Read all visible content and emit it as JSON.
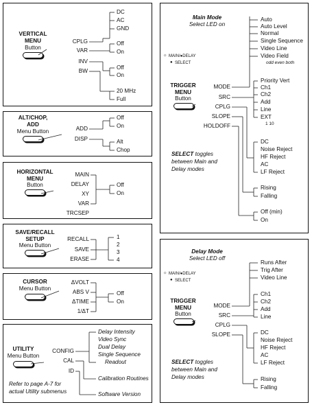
{
  "vertical": {
    "title": "VERTICAL MENU",
    "subtitle": "Button",
    "items": [
      "CPLG",
      "VAR",
      "INV",
      "BW"
    ],
    "cplg_options": [
      "DC",
      "AC",
      "GND"
    ],
    "var_options": [
      "Off",
      "On"
    ],
    "inv_options": [
      "Off",
      "On"
    ],
    "bw_options": [
      "20 MHz",
      "Full"
    ]
  },
  "altchop": {
    "title1": "ALT/CHOP,",
    "title2": "ADD",
    "subtitle": "Menu Button",
    "items": [
      "ADD",
      "DISP"
    ],
    "add_options": [
      "Off",
      "On"
    ],
    "disp_options": [
      "Alt",
      "Chop"
    ]
  },
  "horizontal": {
    "title": "HORIZONTAL MENU",
    "subtitle": "Button",
    "items": [
      "MAIN",
      "DELAY",
      "XY",
      "VAR",
      "TRCSEP"
    ],
    "options": [
      "Off",
      "On"
    ]
  },
  "saverecall": {
    "title": "SAVE/RECALL SETUP",
    "subtitle": "Menu Button",
    "items": [
      "RECALL",
      "SAVE",
      "ERASE"
    ],
    "options": [
      "1",
      "2",
      "3",
      "4"
    ]
  },
  "cursor": {
    "title": "CURSOR",
    "subtitle": "Menu Button",
    "items": [
      "ΔVOLT",
      "ABS V",
      "ΔTIME",
      "1/ΔT"
    ],
    "options": [
      "Off",
      "On"
    ]
  },
  "utility": {
    "title": "UTILITY",
    "subtitle": "Menu Button",
    "items": [
      "CONFIG",
      "CAL",
      "ID"
    ],
    "config_options": [
      "Delay Intensity",
      "Video Sync",
      "Dual Delay",
      "Single Sequence",
      "Readout"
    ],
    "cal_option": "Calibration Routines",
    "id_option": "Software Version",
    "note1": "Refer to page A-7 for",
    "note2": "actual Utility submenus"
  },
  "main_mode": {
    "heading": "Main Mode",
    "subheading": "Select LED on",
    "led_label": "MAIN/●DELAY",
    "select_label": "SELECT",
    "title": "TRIGGER MENU",
    "subtitle": "Button",
    "items": [
      "MODE",
      "SRC",
      "CPLG",
      "SLOPE",
      "HOLDOFF"
    ],
    "mode_options": [
      "Auto",
      "Auto Level",
      "Normal",
      "Single Sequence",
      "Video Line",
      "Video Field"
    ],
    "mode_note": "odd even both",
    "src_options": [
      "Priority Vert",
      "Ch1",
      "Ch2",
      "Add",
      "Line",
      "EXT"
    ],
    "ext_note": "1   10",
    "cplg_options": [
      "DC",
      "Noise Reject",
      "HF Reject",
      "AC",
      "LF Reject"
    ],
    "slope_options": [
      "Rising",
      "Falling"
    ],
    "holdoff_options": [
      "Off (min)",
      "On"
    ],
    "note_bold": "SELECT",
    "note1": " toggles",
    "note2": "between Main and",
    "note3": "Delay modes"
  },
  "delay_mode": {
    "heading": "Delay Mode",
    "subheading": "Select LED off",
    "led_label": "MAIN/●DELAY",
    "select_label": "SELECT",
    "title": "TRIGGER MENU",
    "subtitle": "Button",
    "items": [
      "MODE",
      "SRC",
      "CPLG",
      "SLOPE"
    ],
    "mode_options": [
      "Runs After",
      "Trig After",
      "Video Line"
    ],
    "src_options": [
      "Ch1",
      "Ch2",
      "Add",
      "Line"
    ],
    "cplg_options": [
      "DC",
      "Noise Reject",
      "HF Reject",
      "AC",
      "LF Reject"
    ],
    "slope_options": [
      "Rising",
      "Falling"
    ],
    "note_bold": "SELECT",
    "note1": " toggles",
    "note2": "between Main and",
    "note3": "Delay modes"
  }
}
